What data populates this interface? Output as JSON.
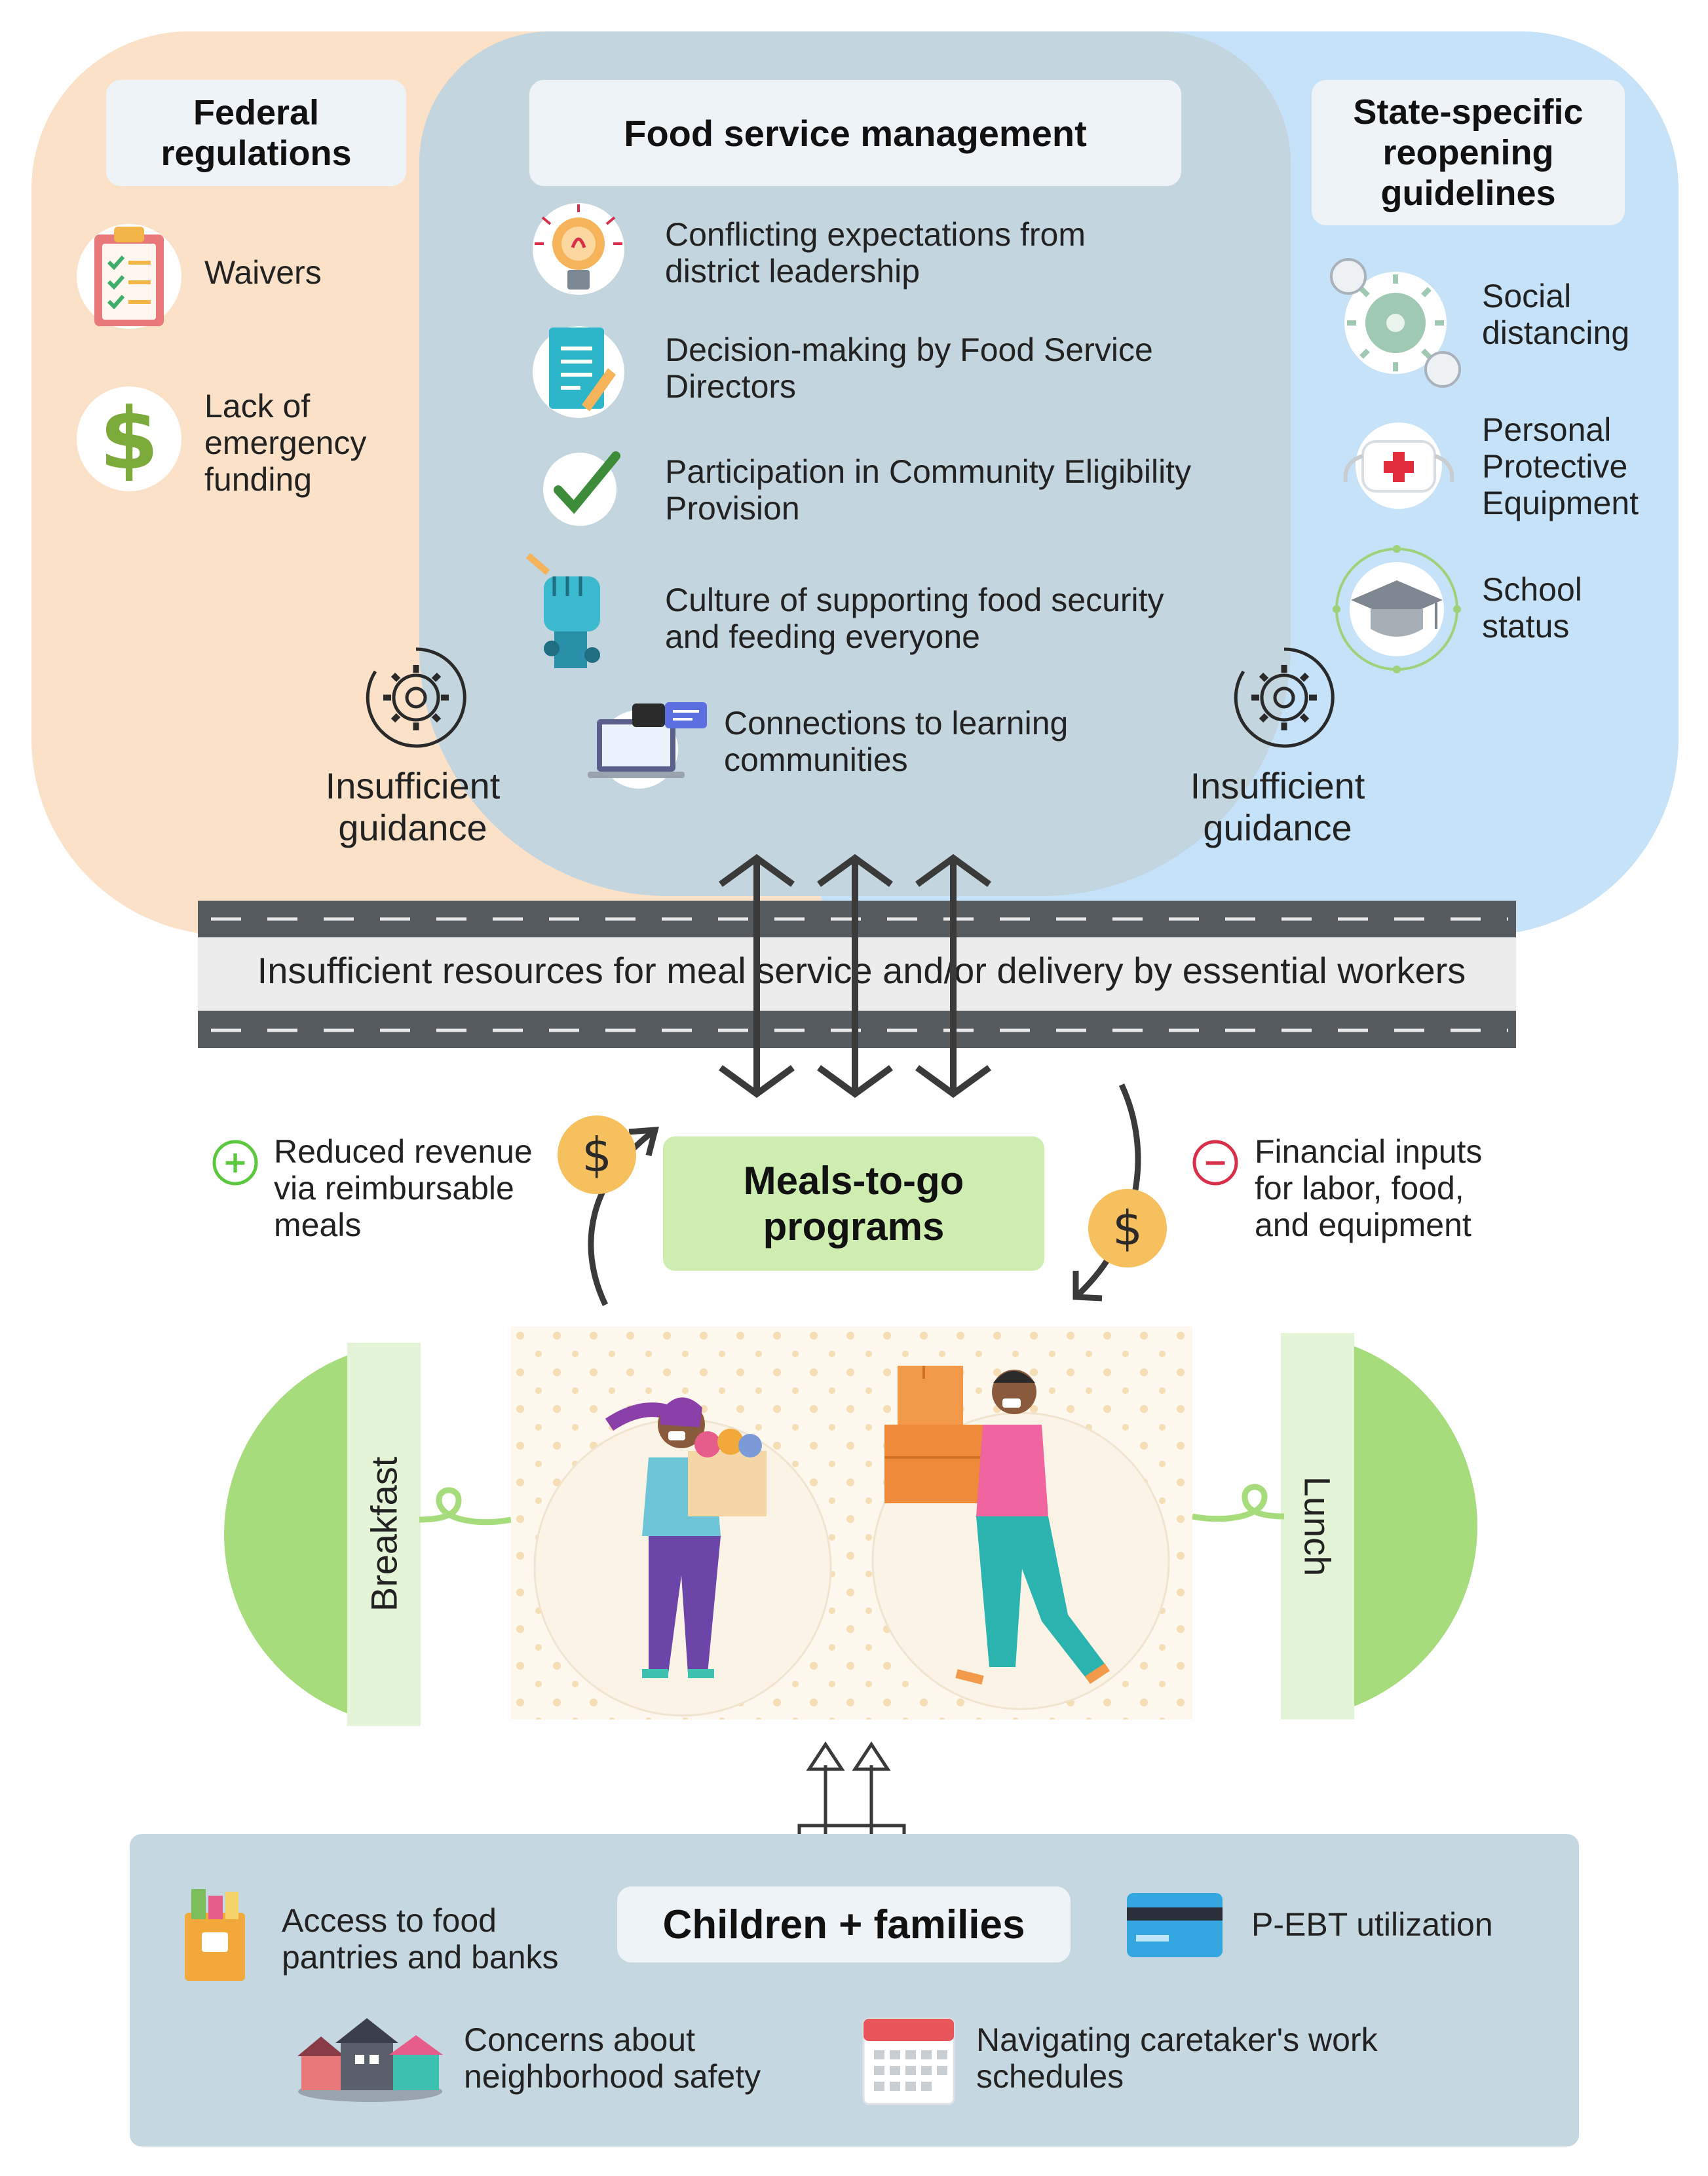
{
  "federal": {
    "title_line1": "Federal",
    "title_line2": "regulations",
    "items": [
      {
        "line1": "Waivers",
        "line2": "",
        "line3": "",
        "icon": "clipboard-icon"
      },
      {
        "line1": "Lack of",
        "line2": "emergency",
        "line3": "funding",
        "icon": "dollar-icon"
      }
    ]
  },
  "fsm": {
    "title": "Food service management",
    "items": [
      {
        "line1": "Conflicting expectations from",
        "line2": "district leadership",
        "icon": "lightbulb-icon"
      },
      {
        "line1": "Decision-making by Food Service",
        "line2": "Directors",
        "icon": "document-pen-icon"
      },
      {
        "line1": "Participation in Community Eligibility",
        "line2": "Provision",
        "icon": "checkmark-icon"
      },
      {
        "line1": "Culture of supporting food security",
        "line2": "and feeding everyone",
        "icon": "raised-fist-icon"
      },
      {
        "line1": "Connections to learning",
        "line2": "communities",
        "icon": "laptop-chat-icon"
      }
    ]
  },
  "state": {
    "title_line1": "State-specific",
    "title_line2": "reopening",
    "title_line3": "guidelines",
    "items": [
      {
        "line1": "Social",
        "line2": "distancing",
        "line3": "",
        "icon": "virus-people-icon"
      },
      {
        "line1": "Personal",
        "line2": "Protective",
        "line3": "Equipment",
        "icon": "mask-icon"
      },
      {
        "line1": "School",
        "line2": "status",
        "line3": "",
        "icon": "graduation-cap-icon"
      }
    ]
  },
  "guidance_left": {
    "line1": "Insufficient",
    "line2": "guidance",
    "icon": "gear-icon"
  },
  "guidance_right": {
    "line1": "Insufficient",
    "line2": "guidance",
    "icon": "gear-icon"
  },
  "road": {
    "label": "Insufficient resources for meal service and/or delivery by essential workers"
  },
  "meals": {
    "title_line1": "Meals-to-go",
    "title_line2": "programs"
  },
  "revenue": {
    "line1": "Reduced revenue",
    "line2": "via reimbursable",
    "line3": "meals",
    "sign": "+",
    "sign_color": "#5cc840"
  },
  "inputs": {
    "line1": "Financial inputs",
    "line2": "for labor, food,",
    "line3": "and equipment",
    "sign": "−",
    "sign_color": "#d9304a"
  },
  "dollar_symbol": "$",
  "breakfast": "Breakfast",
  "lunch": "Lunch",
  "families": {
    "title": "Children + families",
    "items": [
      {
        "line1": "Access to food",
        "line2": "pantries and banks",
        "icon": "grocery-bag-icon"
      },
      {
        "line1": "P-EBT utilization",
        "line2": "",
        "icon": "credit-card-icon"
      },
      {
        "line1": "Concerns about",
        "line2": "neighborhood safety",
        "icon": "houses-icon"
      },
      {
        "line1": "Navigating caretaker's work",
        "line2": "schedules",
        "icon": "calendar-icon"
      }
    ]
  },
  "colors": {
    "federal_bg": "#fbe1c8",
    "state_bg": "#c6e2f8",
    "fsm_bg": "#c3d5df",
    "road": "#555a5e",
    "road_band": "#ececec",
    "meals_bg": "#cdeeb0",
    "green": "#a7dc7c",
    "families_bg": "#c5d8e1",
    "coin": "#f7c05e"
  }
}
